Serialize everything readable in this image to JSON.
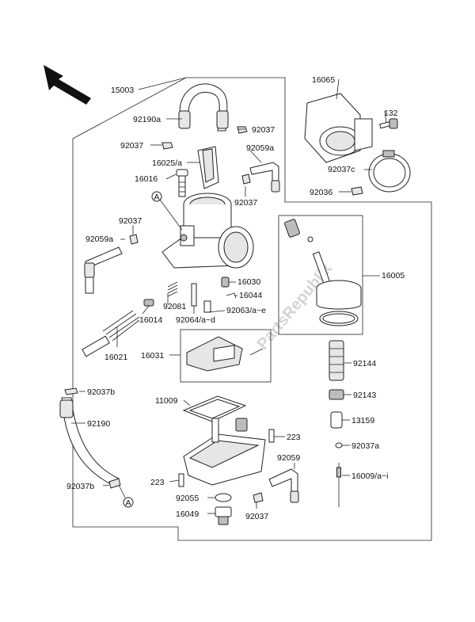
{
  "watermark": "PartsRepublik",
  "callout_a": "A",
  "labels": {
    "p15003": "15003",
    "p16065": "16065",
    "p132": "132",
    "p92190a": "92190a",
    "p92037_top": "92037",
    "p92037_left": "92037",
    "p16025a": "16025/a",
    "p92059a_top": "92059a",
    "p16016": "16016",
    "p92037c": "92037c",
    "p92036": "92036",
    "p92037_mid": "92037",
    "p92037_side": "92037",
    "p92059a_left": "92059a",
    "p16005": "16005",
    "p16030": "16030",
    "p16044": "16044",
    "p92081": "92081",
    "p92063": "92063/a~e",
    "p16014": "16014",
    "p92064": "92064/a~d",
    "p16021": "16021",
    "p16031": "16031",
    "p92144": "92144",
    "p92037b_top": "92037b",
    "p92143": "92143",
    "p11009": "11009",
    "p13159": "13159",
    "p92190": "92190",
    "p223_right": "223",
    "p92037a": "92037a",
    "p92059": "92059",
    "p223_left": "223",
    "p16009": "16009/a~i",
    "p92037b_bot": "92037b",
    "p92055": "92055",
    "p16049": "16049",
    "p92037_bot": "92037"
  }
}
